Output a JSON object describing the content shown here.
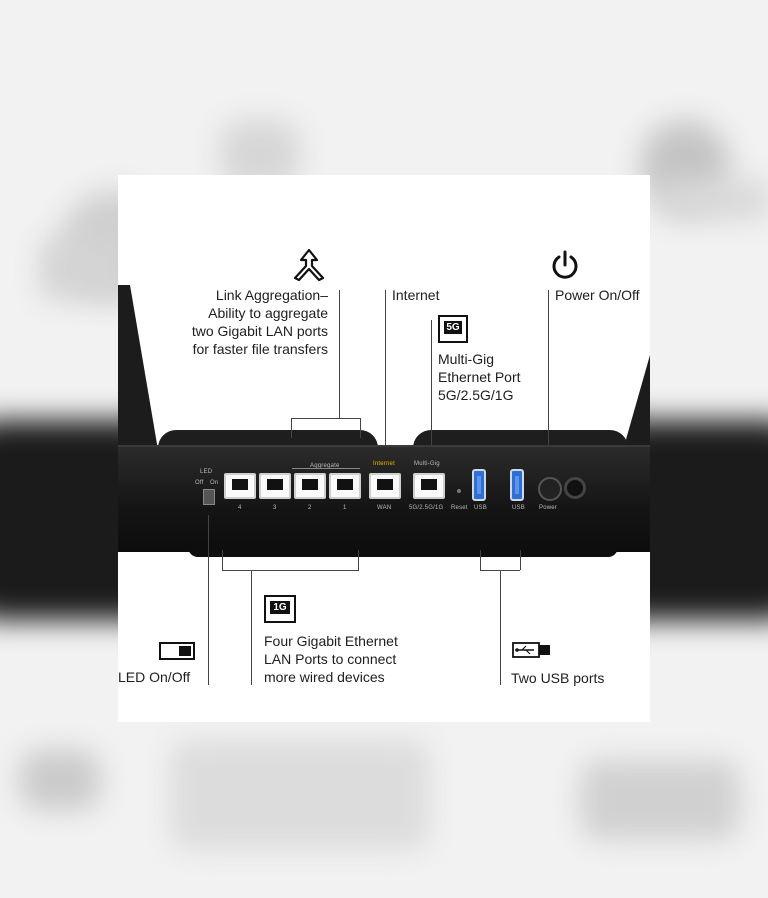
{
  "callouts": {
    "link_aggregation": "Link Aggregation–\nAbility to aggregate\ntwo Gigabit LAN ports\nfor faster file transfers",
    "internet": "Internet",
    "power": "Power On/Off",
    "multi_gig": "Multi-Gig\nEthernet Port\n5G/2.5G/1G",
    "lan_ports": "Four Gigabit Ethernet\nLAN Ports to connect\nmore wired devices",
    "led": "LED On/Off",
    "usb": "Two USB ports"
  },
  "badges": {
    "five_g": "5G",
    "one_g": "1G"
  },
  "router_labels": {
    "led": "LED",
    "off": "Off",
    "on": "On",
    "aggregate": "Aggregate",
    "internet": "Internet",
    "multi_gig": "Multi-Gig",
    "wan": "WAN",
    "multi_gig_speed": "5G/2.5G/1G",
    "reset": "Reset",
    "usb1": "USB",
    "usb2": "USB",
    "power": "Power",
    "port4": "4",
    "port3": "3",
    "port2": "2",
    "port1": "1"
  },
  "icons": {
    "aggregation": "merge-arrow-icon",
    "power": "power-icon",
    "multigig": "ethernet-port-icon",
    "lan": "ethernet-port-icon",
    "led": "toggle-switch-icon",
    "usb": "usb-icon"
  },
  "colors": {
    "usb_port": "#2e6fd1",
    "internet_label": "#e6b800",
    "router": "#141414"
  }
}
